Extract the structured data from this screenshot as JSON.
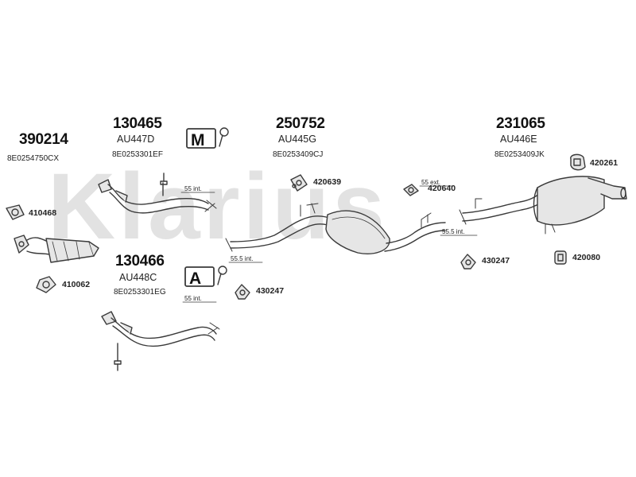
{
  "watermark": "Klarius",
  "assemblies": [
    {
      "part": "390214",
      "oe": "8E0254750CX",
      "code": ""
    },
    {
      "part": "130465",
      "code": "AU447D",
      "oe": "8E0253301EF"
    },
    {
      "part": "250752",
      "code": "AU445G",
      "oe": "8E0253409CJ"
    },
    {
      "part": "231065",
      "code": "AU446E",
      "oe": "8E0253409JK"
    },
    {
      "part": "130466",
      "code": "AU448C",
      "oe": "8E0253301EG"
    }
  ],
  "hardware": [
    "410468",
    "410062",
    "420639",
    "420640",
    "420261",
    "430247",
    "420080",
    "430247"
  ],
  "dimensions": [
    "55 int.",
    "55 int.",
    "55 ext.",
    "55.5 int.",
    "55.5 int."
  ],
  "kit_marks": [
    "M",
    "A"
  ],
  "colors": {
    "line": "#3a3a3a",
    "fill": "#e6e6e6",
    "watermark": "#d9d9d9"
  }
}
